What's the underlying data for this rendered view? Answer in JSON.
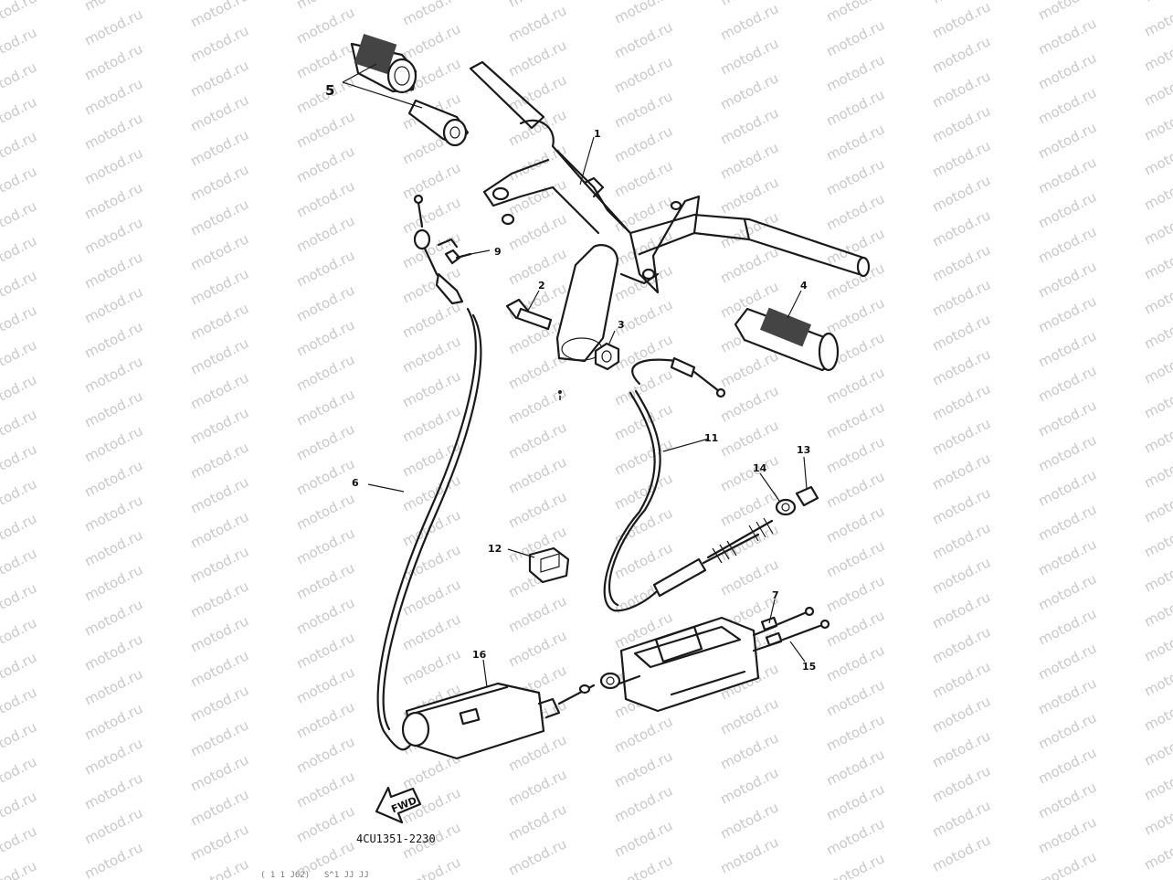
{
  "watermark": "motod.ru",
  "part_labels": {
    "p1": "1",
    "p2": "2",
    "p3": "3",
    "p4": "4",
    "p5": "5",
    "p6": "6",
    "p7": "7",
    "p9": "9",
    "p11": "11",
    "p12": "12",
    "p13": "13",
    "p14": "14",
    "p15": "15",
    "p16": "16",
    "fwd": "FWD"
  },
  "diagram_code": "4CU1351-2230",
  "footer_faint_left": "( 1 1 J62)",
  "footer_faint_right": "S^1 JJ JJ"
}
